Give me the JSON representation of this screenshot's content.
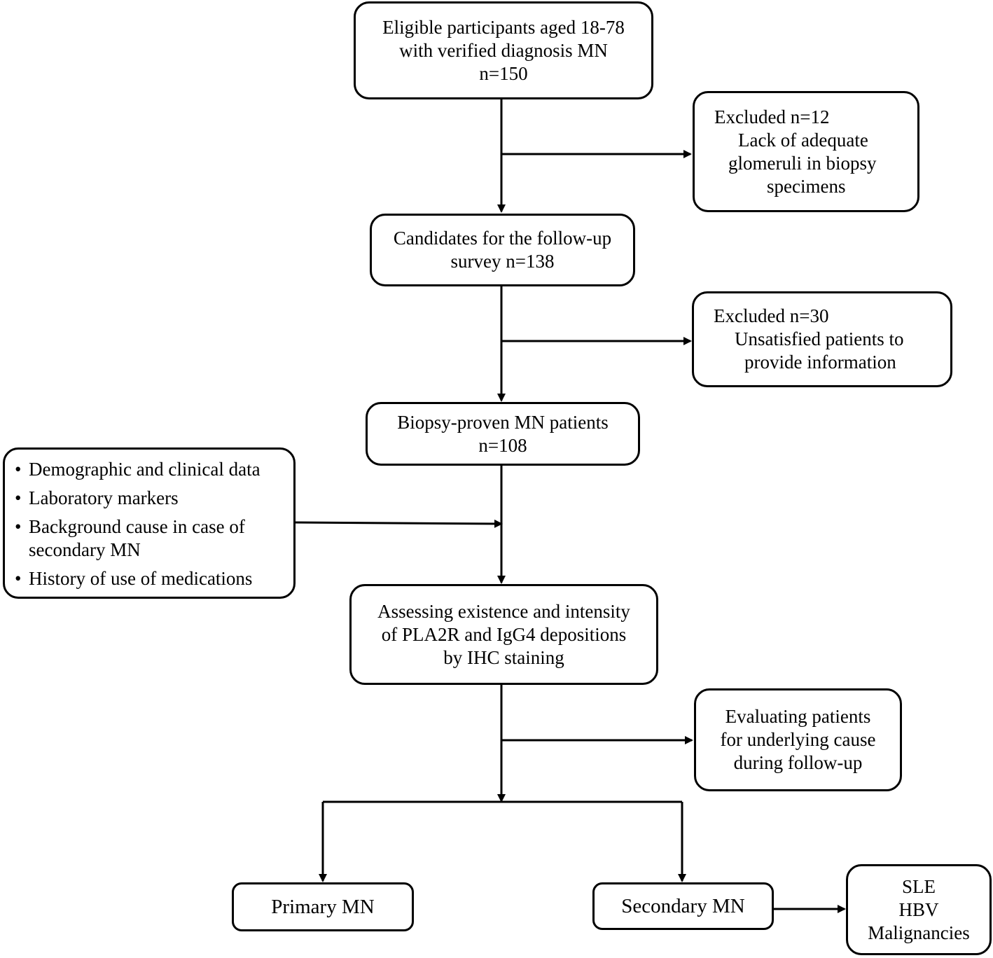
{
  "flowchart": {
    "top": {
      "lines": [
        "Eligible participants aged 18-78",
        "with verified diagnosis MN",
        "n=150"
      ]
    },
    "excluded1": {
      "heading": "Excluded n=12",
      "lines": [
        "Lack of adequate",
        "glomeruli in biopsy",
        "specimens"
      ]
    },
    "candidates": {
      "lines": [
        "Candidates for the follow-up",
        "survey n=138"
      ]
    },
    "excluded2": {
      "heading": "Excluded n=30",
      "lines": [
        "Unsatisfied patients to",
        "provide information"
      ]
    },
    "biopsy": {
      "lines": [
        "Biopsy-proven MN patients",
        "n=108"
      ]
    },
    "data_collected": {
      "bullet": "•",
      "items": [
        "Demographic and clinical data",
        "Laboratory markers",
        "Background cause in case of secondary MN",
        "History of use of medications"
      ],
      "item3_lines": [
        "Background cause in case of",
        "secondary MN"
      ]
    },
    "assessing": {
      "lines": [
        "Assessing existence and intensity",
        "of PLA2R and IgG4 depositions",
        "by IHC staining"
      ]
    },
    "evaluating": {
      "lines": [
        "Evaluating patients",
        "for underlying cause",
        "during follow-up"
      ]
    },
    "primary": {
      "label": "Primary MN"
    },
    "secondary": {
      "label": "Secondary MN"
    },
    "causes": {
      "lines": [
        "SLE",
        "HBV",
        "Malignancies"
      ]
    }
  }
}
